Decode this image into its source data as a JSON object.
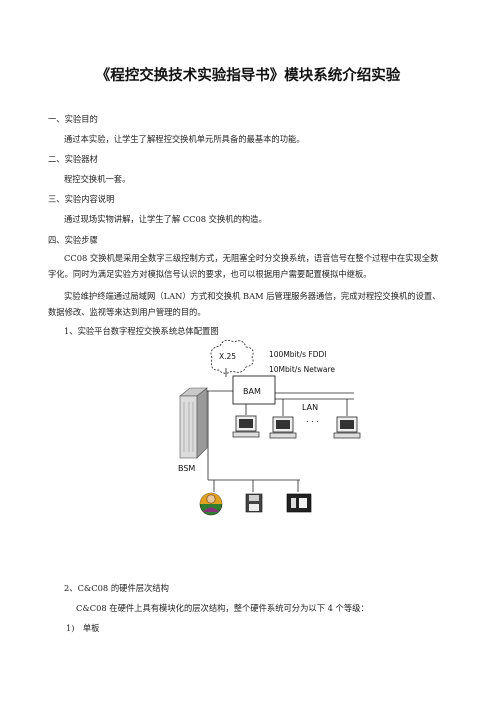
{
  "title": "《程控交换技术实验指导书》模块系统介绍实验",
  "sections": {
    "s1_heading": "一、实验目的",
    "s1_body": "通过本实验，让学生了解程控交换机单元所具备的最基本的功能。",
    "s2_heading": "二、实验器材",
    "s2_body": "程控交换机一套。",
    "s3_heading": "三、实验内容说明",
    "s3_body": "通过现场实物讲解，让学生了解 CC08 交换机的构造。",
    "s4_heading": "四、实验步骤",
    "p1": "CC08 交换机是采用全数字三级控制方式，无阻塞全时分交换系统，语音信号在整个过程中在实现全数字化。同时为满足实验方对模拟信号认识的要求，也可以根据用户需要配置模拟中继板。",
    "p2": "实验维护终端通过局域网（LAN）方式和交换机 BAM 后管理服务器通信，完成对程控交换机的设置、数据修改、监视等来达到用户管理的目的。",
    "step1": "1、实验平台数字程控交换系统总体配置图",
    "step2": "2、C&C08 的硬件层次结构",
    "step2_body": "C&C08 在硬件上具有模块化的层次结构，整个硬件系统可分为以下 4 个等级：",
    "item1": "1)　单板"
  },
  "diagram": {
    "cloud_label": "X.25",
    "net1": "100Mbit/s FDDI",
    "net2": "10Mbit/s Netware",
    "bam": "BAM",
    "lan": "LAN",
    "bsm": "BSM",
    "icons": [
      "server-cabinet-icon",
      "computer-icon",
      "computer-icon",
      "computer-icon",
      "user-globe-icon",
      "floppy-disk-icon",
      "printer-icon"
    ]
  }
}
